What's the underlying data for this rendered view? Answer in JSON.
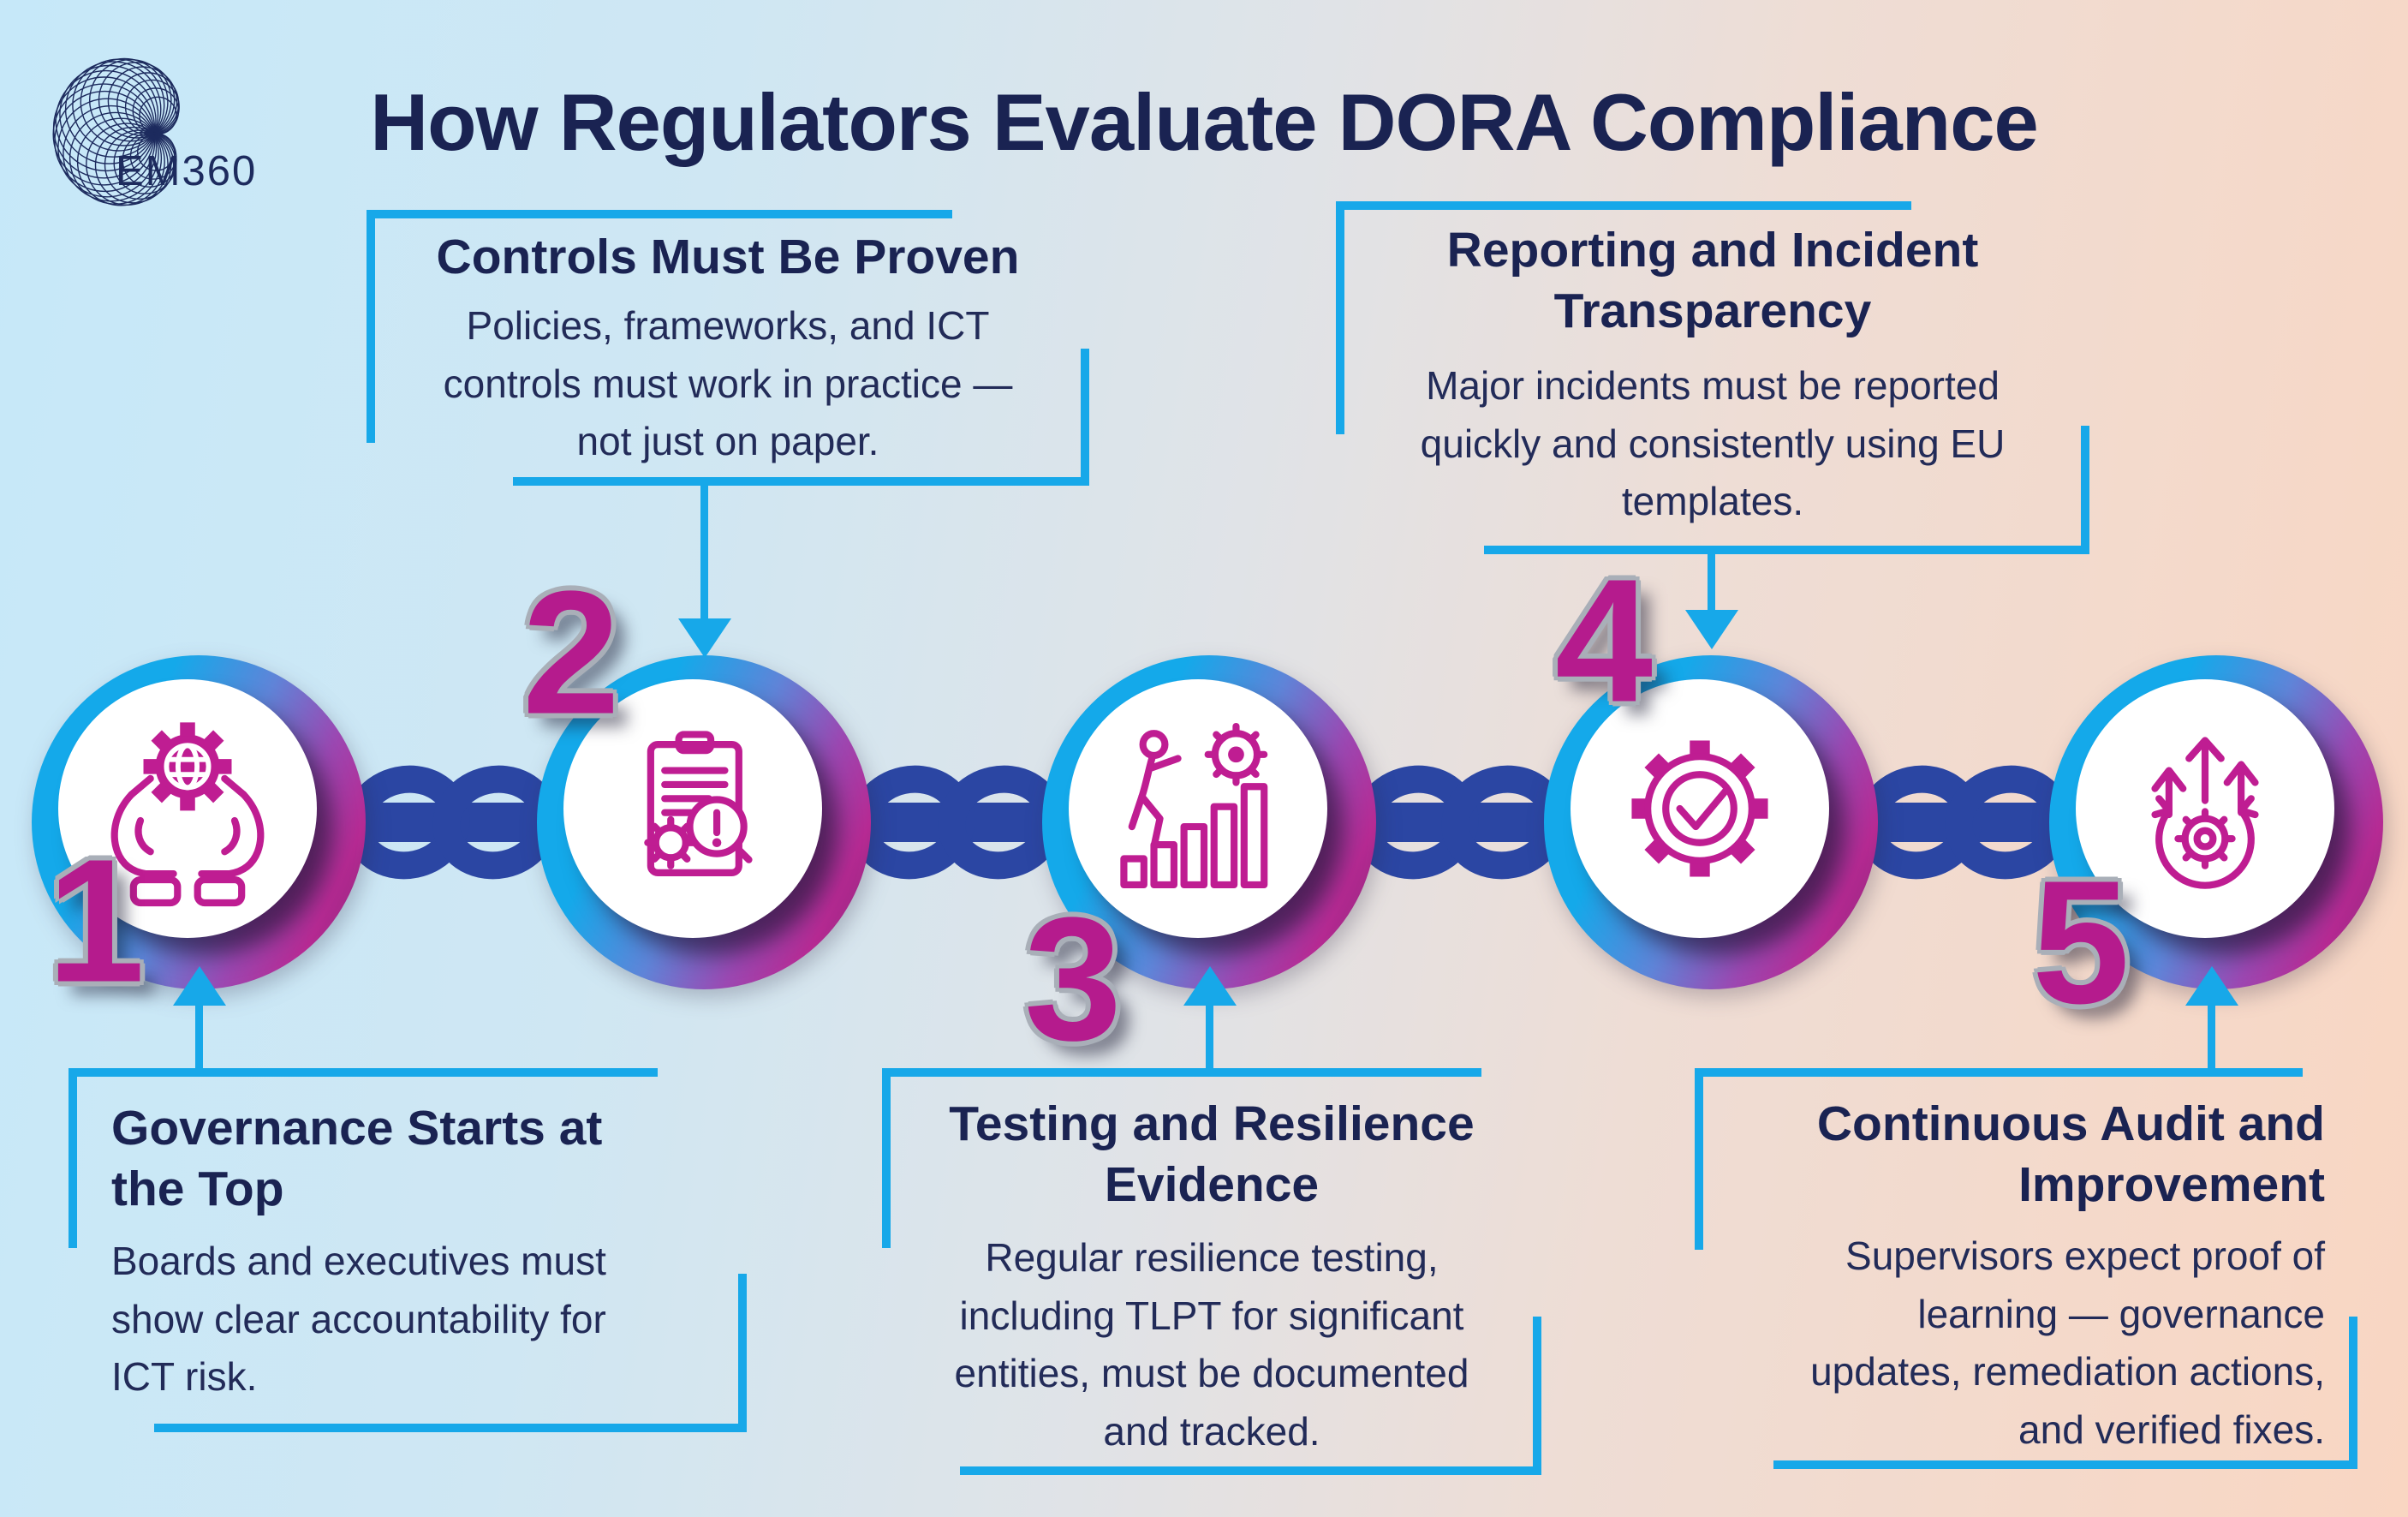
{
  "page": {
    "title": "How Regulators Evaluate DORA Compliance"
  },
  "logo": {
    "text": "EM360",
    "icon": "em360-spiral-logo-icon"
  },
  "colors": {
    "accent_cyan": "#17a8e9",
    "chain_blue": "#2b46a3",
    "magenta": "#bf1d92",
    "num_magenta": "#b51b8d",
    "navy": "#1a2352"
  },
  "steps": [
    {
      "number": "1",
      "icon": "hands-holding-globe-gear-icon",
      "callout_side": "bottom",
      "title": "Governance Starts at\nthe Top",
      "body": "Boards and executives must\nshow clear accountability for\nICT risk."
    },
    {
      "number": "2",
      "icon": "clipboard-gear-alert-magnifier-icon",
      "callout_side": "top",
      "title": "Controls Must Be Proven",
      "body": "Policies, frameworks, and ICT\ncontrols must work in practice —\nnot just on paper."
    },
    {
      "number": "3",
      "icon": "person-climbing-bars-gear-icon",
      "callout_side": "bottom",
      "title": "Testing and Resilience\nEvidence",
      "body": "Regular resilience testing,\nincluding TLPT for significant\nentities, must be documented\nand tracked."
    },
    {
      "number": "4",
      "icon": "gear-checkmark-icon",
      "callout_side": "top",
      "title": "Reporting and Incident\nTransparency",
      "body": "Major incidents must be reported\nquickly and consistently using EU\ntemplates."
    },
    {
      "number": "5",
      "icon": "arrows-up-gear-cycle-icon",
      "callout_side": "bottom",
      "title": "Continuous Audit and\nImprovement",
      "body": "Supervisors expect proof of\nlearning — governance\nupdates, remediation actions,\nand verified fixes."
    }
  ]
}
